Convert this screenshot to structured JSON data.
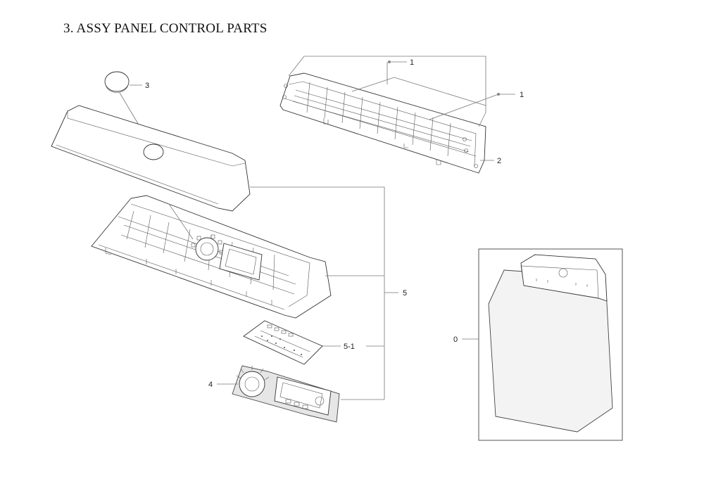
{
  "title": "3. ASSY PANEL CONTROL PARTS",
  "callouts": {
    "c1a": "1",
    "c1b": "1",
    "c2": "2",
    "c3": "3",
    "c5": "5",
    "c51": "5-1",
    "c4": "4",
    "c0": "0"
  }
}
